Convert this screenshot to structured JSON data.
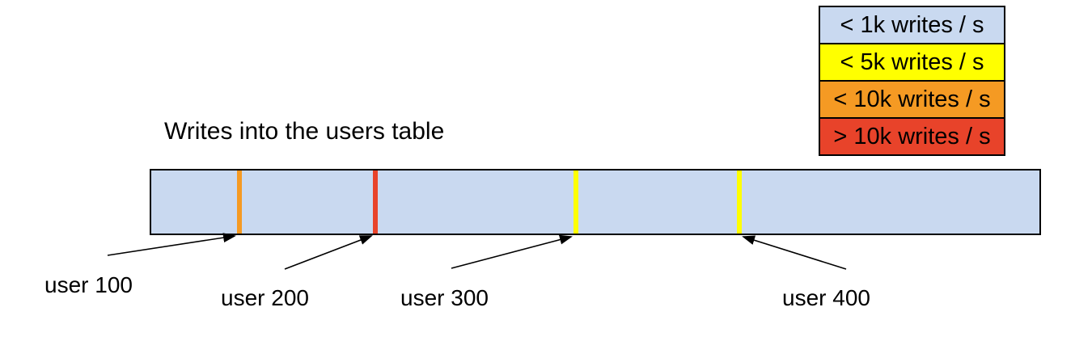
{
  "title": "Writes into the users table",
  "legend": {
    "items": [
      {
        "label": "< 1k writes / s",
        "color": "#c9d9f0"
      },
      {
        "label": "< 5k writes / s",
        "color": "#ffff00"
      },
      {
        "label": "< 10k writes / s",
        "color": "#f59a23"
      },
      {
        "label": "> 10k writes / s",
        "color": "#e8432a"
      }
    ]
  },
  "bar": {
    "fill": "#c9d9f0",
    "border_color": "#000000",
    "markers": [
      {
        "user": "user 100",
        "color": "#f59a23",
        "legend_label": "< 10k writes / s",
        "position_pct": 9.9
      },
      {
        "user": "user 200",
        "color": "#e8432a",
        "legend_label": "> 10k writes / s",
        "position_pct": 25.2
      },
      {
        "user": "user 300",
        "color": "#ffff00",
        "legend_label": "< 5k writes / s",
        "position_pct": 47.8
      },
      {
        "user": "user 400",
        "color": "#ffff00",
        "legend_label": "< 5k writes / s",
        "position_pct": 66.2
      }
    ]
  }
}
